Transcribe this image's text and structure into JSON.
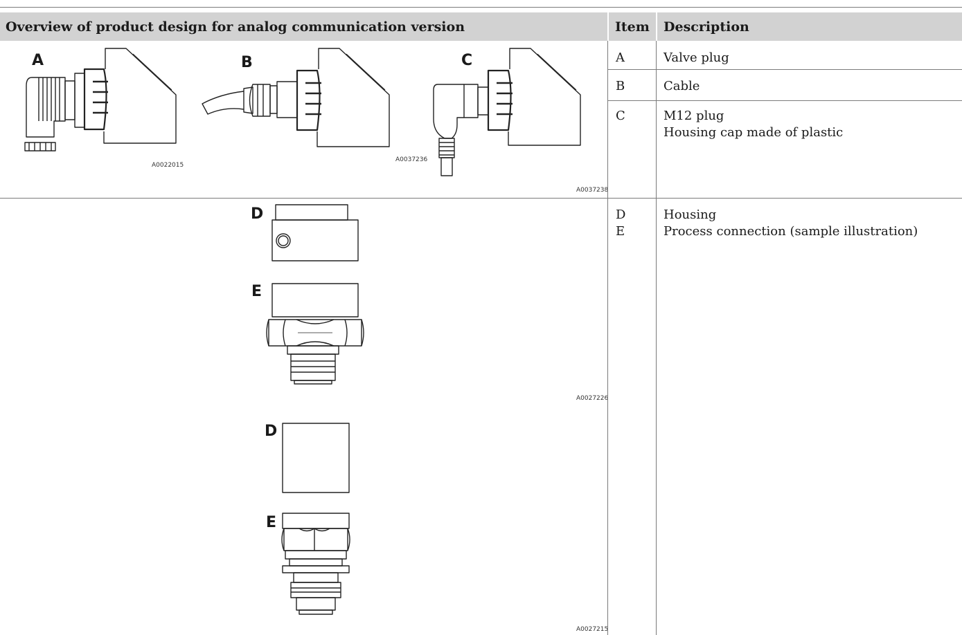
{
  "table": {
    "headers": {
      "overview": "Overview of product design for analog communication version",
      "item": "Item",
      "description": "Description"
    },
    "rows": [
      {
        "item": "A",
        "description": [
          "Valve plug"
        ]
      },
      {
        "item": "B",
        "description": [
          "Cable"
        ]
      },
      {
        "item": "C",
        "description": [
          "M12 plug",
          "Housing cap made of plastic"
        ]
      },
      {
        "item": "D\nE",
        "description": [
          "Housing",
          "Process connection (sample illustration)"
        ]
      }
    ]
  },
  "figure": {
    "labels": {
      "a": "A",
      "b": "B",
      "c": "C",
      "d1": "D",
      "e1": "E",
      "d2": "D",
      "e2": "E"
    },
    "codes": {
      "a": "A0022015",
      "b": "A0037236",
      "c": "A0037238",
      "de1": "A0027226",
      "de2": "A0027215"
    }
  }
}
